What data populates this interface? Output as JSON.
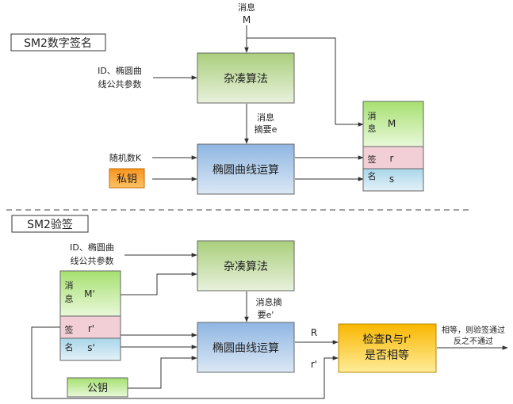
{
  "sign": {
    "title": "SM2数字签名",
    "msg_label_line1": "消息",
    "msg_label_line2": "M",
    "id_label_line1": "ID、椭圆曲",
    "id_label_line2": "线公共参数",
    "hash_box": "杂凑算法",
    "digest_line1": "消息",
    "digest_line2": "摘要e",
    "random_label": "随机数K",
    "private_key": "私钥",
    "ecc_box": "椭圆曲线运算",
    "out_msg_1": "消",
    "out_msg_2": "息",
    "out_msg_val": "M",
    "out_sig_1": "签",
    "out_sig_2": "名",
    "out_r": "r",
    "out_s": "s"
  },
  "verify": {
    "title": "SM2验签",
    "id_label_line1": "ID、椭圆曲",
    "id_label_line2": "线公共参数",
    "hash_box": "杂凑算法",
    "in_msg_1": "消",
    "in_msg_2": "息",
    "in_msg_val": "M'",
    "in_sig_1": "签",
    "in_sig_2": "名",
    "in_r": "r'",
    "in_s": "s'",
    "digest_line1": "消息摘",
    "digest_line2": "要e'",
    "ecc_box": "椭圆曲线运算",
    "public_key": "公钥",
    "r_label": "R",
    "r2_label": "r'",
    "check_line1": "检查R与r'",
    "check_line2": "是否相等",
    "result_line1": "相等，则验签通过",
    "result_line2": "反之不通过"
  },
  "colors": {
    "green_box": "#c8dcaa",
    "blue_box": "#a9c6e6",
    "orange_key": "#f7941d",
    "yellow_box": "#fbc02d",
    "pink": "#f2cfd6",
    "light_blue": "#bcdcea",
    "light_green": "#b9e88f"
  }
}
